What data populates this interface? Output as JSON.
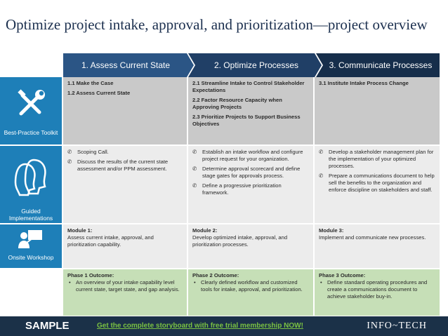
{
  "title": "Optimize project intake, approval, and prioritization—project overview",
  "phases": [
    "1. Assess Current State",
    "2. Optimize Processes",
    "3. Communicate Processes"
  ],
  "rows": {
    "toolkit": {
      "label": "Best-Practice Toolkit",
      "icon": "tools-icon",
      "col1": [
        "1.1 Make the Case",
        "1.2 Assess Current State"
      ],
      "col2": [
        "2.1 Streamline Intake to Control Stakeholder Expectations",
        "2.2 Factor Resource Capacity when Approving Projects",
        "2.3 Prioritize Projects to Support Business Objectives"
      ],
      "col3": [
        "3.1 Institute Intake Process Change"
      ]
    },
    "guided": {
      "label": "Guided Implementations",
      "icon": "people-icon",
      "col1": [
        "Scoping Call.",
        "Discuss the results of the current state assessment and/or PPM assessment."
      ],
      "col2": [
        "Establish an intake workflow and configure project request for your organization.",
        "Determine approval scorecard and define stage gates for approvals process.",
        "Define a progressive prioritization framework."
      ],
      "col3": [
        "Develop a stakeholder management plan for the implementation of your optimized processes.",
        "Prepare a communications document to help sell the benefits to the organization and enforce discipline on stakeholders and staff."
      ]
    },
    "workshop": {
      "label": "Onsite Workshop",
      "icon": "presenter-icon",
      "col1": {
        "title": "Module 1:",
        "text": "Assess current intake, approval, and prioritization capability."
      },
      "col2": {
        "title": "Module 2:",
        "text": "Develop optimized intake, approval, and prioritization processes."
      },
      "col3": {
        "title": "Module 3:",
        "text": "Implement and communicate new processes."
      }
    },
    "outcome": {
      "col1": {
        "title": "Phase 1 Outcome:",
        "text": "An overview of your intake capability level current state, target state, and gap analysis."
      },
      "col2": {
        "title": "Phase 2 Outcome:",
        "text": "Clearly defined workflow and customized tools for intake, approval, and prioritization."
      },
      "col3": {
        "title": "Phase 3 Outcome:",
        "text": "Define standard operating procedures and create a communications document to achieve stakeholder buy-in."
      }
    }
  },
  "footer": {
    "sample": "SAMPLE",
    "cta": "Get the complete storyboard with free trial membership NOW!",
    "brand": "INFO~TECH"
  },
  "colors": {
    "side": "#1e7fb8",
    "chevron1": "#2b5585",
    "chevron2": "#203f66",
    "chevron3": "#162e4b",
    "outcome": "#c6dfb7",
    "footer": "#1b3148",
    "cta": "#7ac142"
  }
}
